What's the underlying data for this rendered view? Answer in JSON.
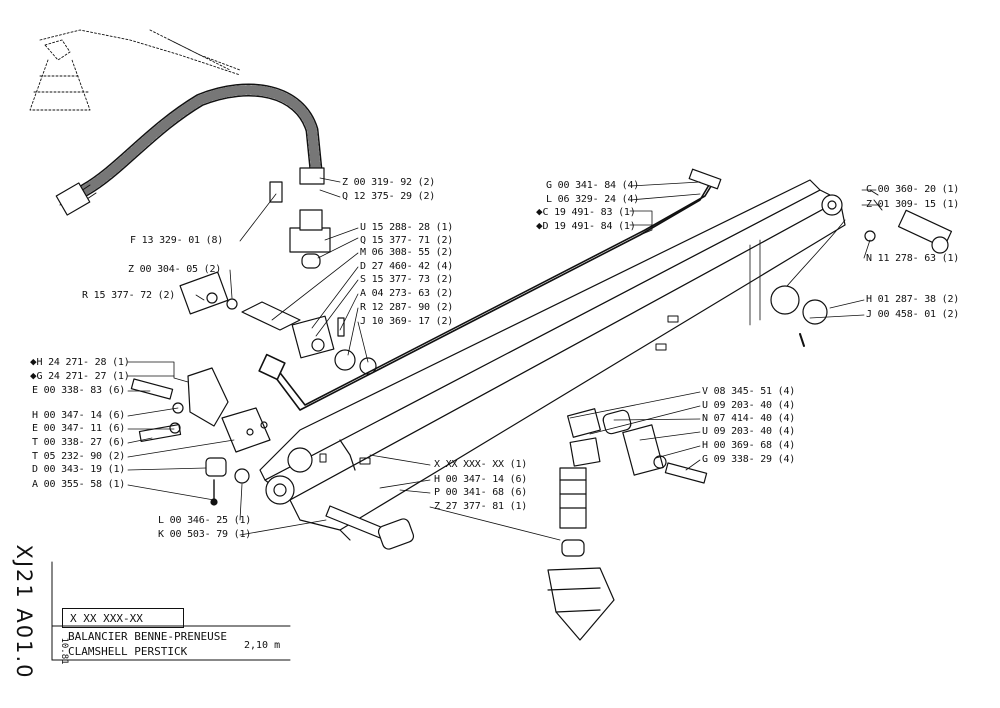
{
  "document": {
    "side_code": "XJ21 A01.0",
    "title_box_code": "X XX XXX-XX",
    "date": "10.81",
    "title_fr": "BALANCIER BENNE-PRENEUSE",
    "title_en": "CLAMSHELL    PERSTICK",
    "size": "2,10 m"
  },
  "labels": {
    "z0031992": "Z 00 319- 92 (2)",
    "q1237529": "Q 12 375- 29 (2)",
    "f1332901": "F 13 329- 01 (8)",
    "u1528828": "U 15 288- 28 (1)",
    "q1537771": "Q 15 377- 71 (2)",
    "z0030405": "Z 00 304- 05 (2)",
    "m0630855": "M 06 308- 55 (2)",
    "d2746042": "D 27 460- 42 (4)",
    "r1537772": "R 15 377- 72 (2)",
    "s1537773": "S 15 377- 73 (2)",
    "a0427363": "A 04 273- 63 (2)",
    "r1228790": "R 12 287- 90 (2)",
    "j1036917": "J 10 369- 17 (2)",
    "h2427128": "H 24 271- 28 (1)",
    "g2427127": "G 24 271- 27 (1)",
    "e0033883": "E 00 338- 83 (6)",
    "h0034714a": "H 00 347- 14 (6)",
    "e0034711": "E 00 347- 11 (6)",
    "t0033827": "T 00 338- 27 (6)",
    "t0523290": "T 05 232- 90 (2)",
    "d0034319": "D 00 343- 19 (1)",
    "a0035558": "A 00 355- 58 (1)",
    "l0034625": "L 00 346- 25 (1)",
    "k0050379": "K 00 503- 79 (1)",
    "xxxx": "X XX XXX- XX (1)",
    "h0034714b": "H 00 347- 14 (6)",
    "p0034168": "P 00 341- 68 (6)",
    "z2737781": "Z 27 377- 81 (1)",
    "g0034184": "G 00 341- 84 (4)",
    "l0632924": "L 06 329- 24 (4)",
    "c1949183": "C 19 491- 83 (1)",
    "d1949184": "D 19 491- 84 (1)",
    "c0036020": "C 00 360- 20 (1)",
    "z0130915": "Z 01 309- 15 (1)",
    "n1127863": "N 11 278- 63 (1)",
    "h0128738": "H 01 287- 38 (2)",
    "j0045801": "J 00 458- 01 (2)",
    "v0834551": "V 08 345- 51 (4)",
    "u0920340a": "U 09 203- 40 (4)",
    "n0741440": "N 07 414- 40 (4)",
    "u0920340b": "U 09 203- 40 (4)",
    "h0036968": "H 00 369- 68 (4)",
    "g0933829": "G 09 338- 29 (4)"
  }
}
